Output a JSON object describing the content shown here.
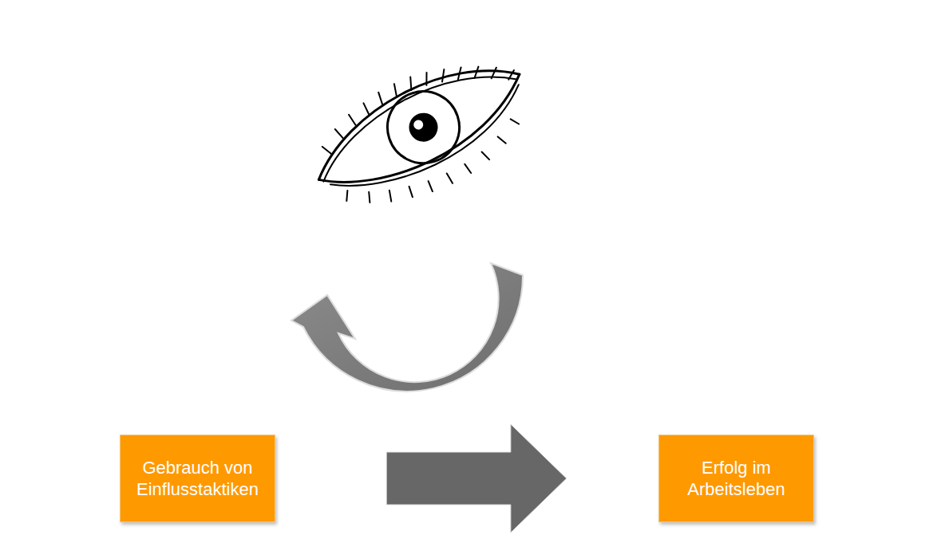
{
  "diagram": {
    "nodes": [
      {
        "text": [
          "Gebrauch von Einflusstaktiken"
        ]
      },
      {
        "text": [
          "Erfolg im Arbeitsleben"
        ]
      }
    ],
    "edges": [
      {
        "from": 0,
        "to": 1,
        "arrow": "to"
      }
    ]
  }
}
